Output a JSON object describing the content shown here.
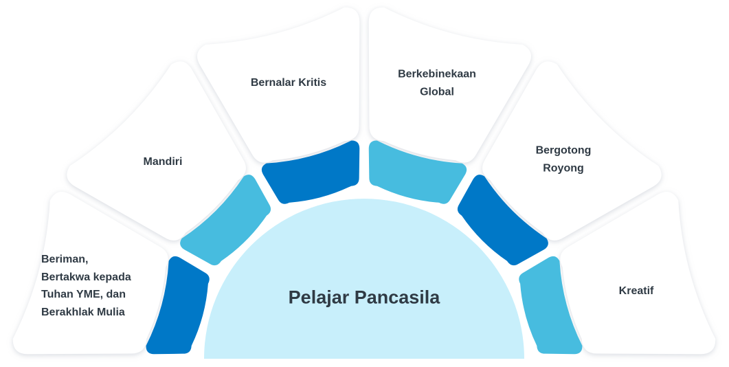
{
  "center": {
    "title": "Pelajar Pancasila"
  },
  "colors": {
    "card_fill": "#ffffff",
    "card_shadow": "#c9cdd6",
    "ring_dark": "#0078c7",
    "ring_light": "#47bcdf",
    "center_fill": "#c8effb",
    "text": "#2f3a44"
  },
  "segments": [
    {
      "id": "beriman",
      "lines": [
        "Beriman,",
        "Bertakwa kepada",
        "Tuhan YME, dan",
        "Berakhlak Mulia"
      ],
      "ring_color": "dark"
    },
    {
      "id": "mandiri",
      "lines": [
        "Mandiri"
      ],
      "ring_color": "light"
    },
    {
      "id": "bernalar",
      "lines": [
        "Bernalar Kritis"
      ],
      "ring_color": "dark"
    },
    {
      "id": "berkebinekaan",
      "lines": [
        "Berkebinekaan",
        "Global"
      ],
      "ring_color": "light"
    },
    {
      "id": "bergotong",
      "lines": [
        "Bergotong",
        "Royong"
      ],
      "ring_color": "dark"
    },
    {
      "id": "kreatif",
      "lines": [
        "Kreatif"
      ],
      "ring_color": "light"
    }
  ]
}
